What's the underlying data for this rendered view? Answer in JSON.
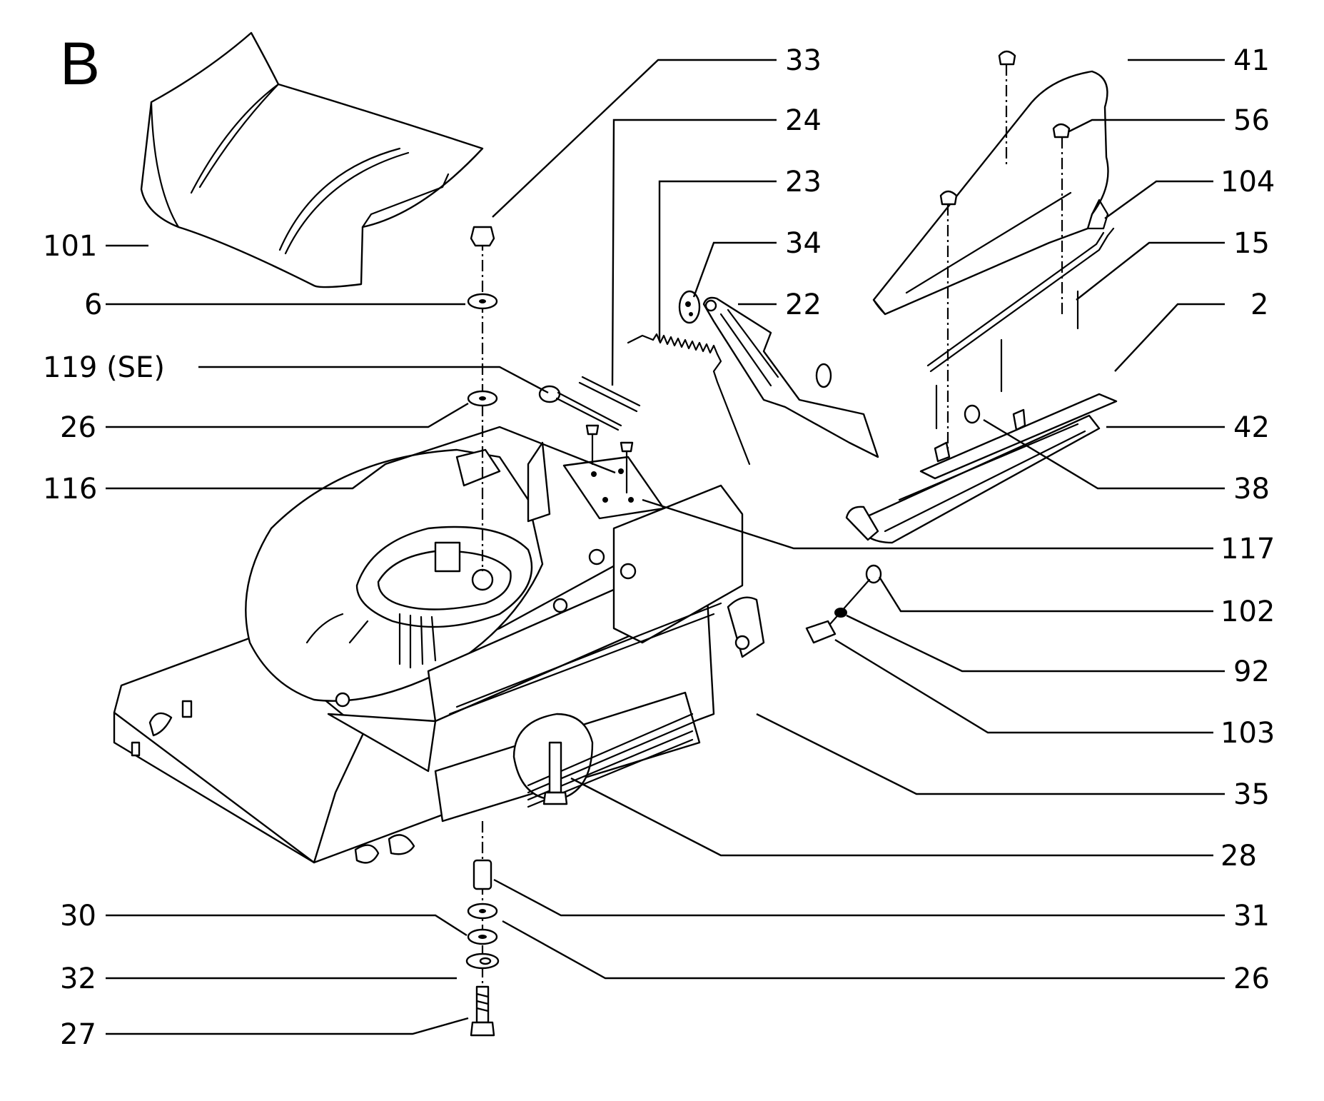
{
  "section_letter": "B",
  "callouts": {
    "c101": "101",
    "c6": "6",
    "c119": "119 (SE)",
    "c26a": "26",
    "c116": "116",
    "c30": "30",
    "c32": "32",
    "c27": "27",
    "c33": "33",
    "c24": "24",
    "c23": "23",
    "c34": "34",
    "c22": "22",
    "c41": "41",
    "c56": "56",
    "c104": "104",
    "c15": "15",
    "c2": "2",
    "c42": "42",
    "c38": "38",
    "c117": "117",
    "c102": "102",
    "c92": "92",
    "c103": "103",
    "c35": "35",
    "c28": "28",
    "c31": "31",
    "c26b": "26"
  }
}
